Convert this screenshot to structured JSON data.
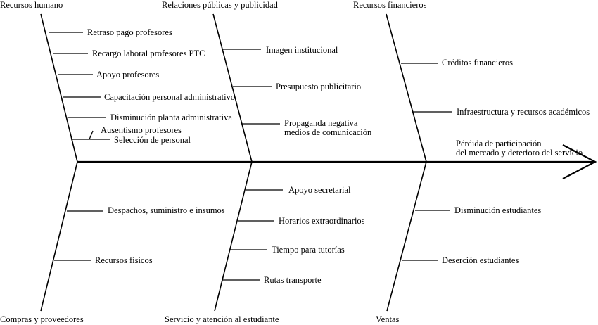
{
  "diagram": {
    "type": "fishbone",
    "effect": {
      "line1": "Pérdida de participación",
      "line2": "del mercado y deterioro del servicio"
    },
    "categories": {
      "recursos_humano": {
        "title": "Recursos humano",
        "causes": [
          "Retraso pago profesores",
          "Recargo laboral profesores PTC",
          "Apoyo profesores",
          "Capacitación personal administrativo",
          "Disminución planta administrativa",
          "Ausentismo profesores",
          "Selección de personal"
        ]
      },
      "relaciones": {
        "title": "Relaciones públicas y publicidad",
        "causes": [
          "Imagen institucional",
          "Presupuesto publicitario"
        ],
        "multi_cause": {
          "line1": "Propaganda negativa",
          "line2": "medios de comunicación"
        }
      },
      "financieros": {
        "title": "Recursos financieros",
        "causes": [
          "Créditos financieros",
          "Infraestructura y recursos académicos"
        ]
      },
      "compras": {
        "title": "Compras y proveedores",
        "causes": [
          "Despachos, suministro e insumos",
          "Recursos físicos"
        ]
      },
      "servicio": {
        "title": "Servicio y atención al estudiante",
        "causes": [
          "Apoyo secretarial",
          "Horarios extraordinarios",
          "Tiempo para tutorías",
          "Rutas transporte"
        ]
      },
      "ventas": {
        "title": "Ventas",
        "causes": [
          "Disminución estudiantes",
          "Deserción estudiantes"
        ]
      }
    }
  }
}
